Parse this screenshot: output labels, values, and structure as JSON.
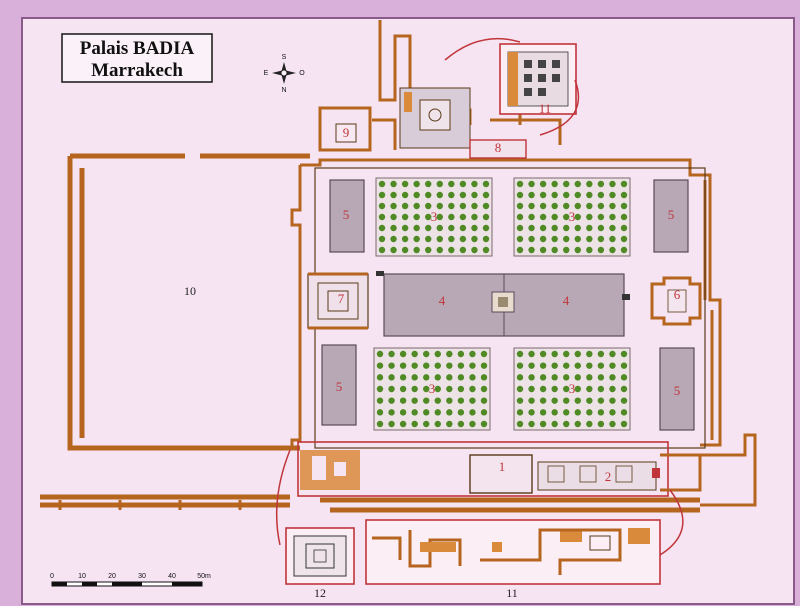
{
  "map": {
    "title_line1": "Palais BADIA",
    "title_line2": "Marrakech",
    "compass": {
      "north": "N",
      "south": "S",
      "east": "E",
      "west": "O"
    },
    "scale": {
      "ticks": [
        "0",
        "10",
        "20",
        "30",
        "40",
        "50m"
      ]
    },
    "labels": {
      "zone_1": "1",
      "zone_2": "2",
      "zone_3": "3",
      "zone_4": "4",
      "zone_5": "5",
      "zone_6": "6",
      "zone_7": "7",
      "zone_8": "8",
      "zone_9": "9",
      "zone_10": "10",
      "zone_11": "11",
      "zone_12": "12"
    },
    "colors": {
      "wall": "#b5651d",
      "label": "#c0353a",
      "tree": "#4f8a24",
      "pool": "#b8a8b6",
      "background": "#f6e4f3"
    }
  }
}
